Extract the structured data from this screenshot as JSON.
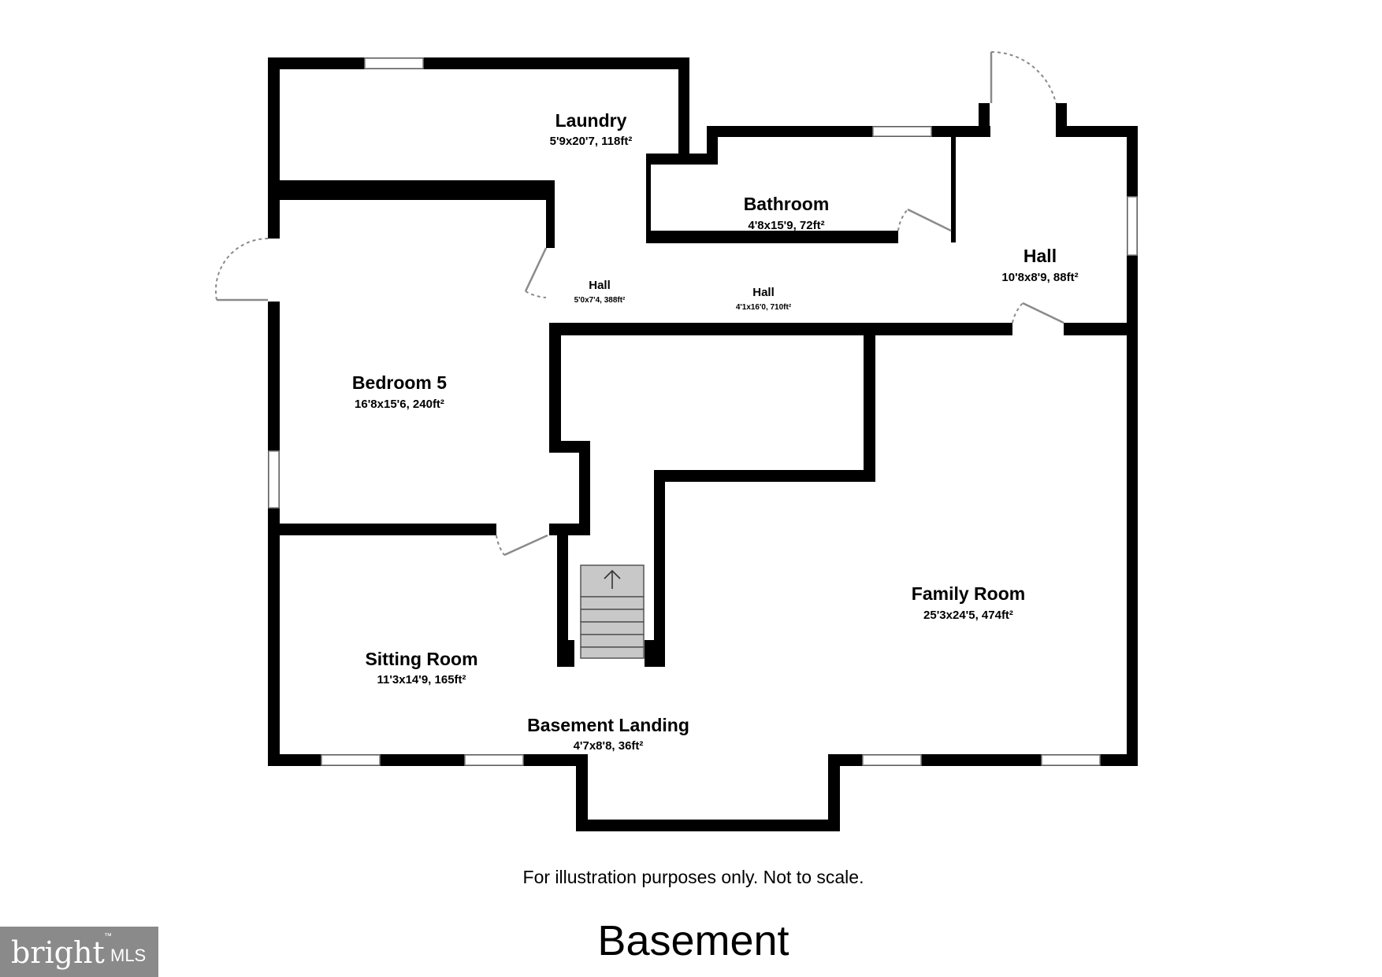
{
  "rooms": {
    "laundry": {
      "name": "Laundry",
      "dims": "5'9x20'7, 118ft²"
    },
    "bathroom": {
      "name": "Bathroom",
      "dims": "4'8x15'9, 72ft²"
    },
    "hall_right": {
      "name": "Hall",
      "dims": "10'8x8'9, 88ft²"
    },
    "hall_small": {
      "name": "Hall",
      "dims": "5'0x7'4, 388ft²"
    },
    "hall_mid": {
      "name": "Hall",
      "dims": "4'1x16'0, 710ft²"
    },
    "bedroom5": {
      "name": "Bedroom 5",
      "dims": "16'8x15'6, 240ft²"
    },
    "family_room": {
      "name": "Family Room",
      "dims": "25'3x24'5, 474ft²"
    },
    "sitting_room": {
      "name": "Sitting Room",
      "dims": "11'3x14'9, 165ft²"
    },
    "basement_landing": {
      "name": "Basement Landing",
      "dims": "4'7x8'8, 36ft²"
    }
  },
  "disclaimer": "For illustration purposes only. Not to scale.",
  "floor_title": "Basement",
  "logo": {
    "word": "bright",
    "suffix": "MLS",
    "trademark": "™"
  },
  "colors": {
    "wall": "#000000",
    "stairs": "#c8c8c8",
    "door": "#8a8a8a",
    "logo_bg": "#8a8a8a"
  }
}
